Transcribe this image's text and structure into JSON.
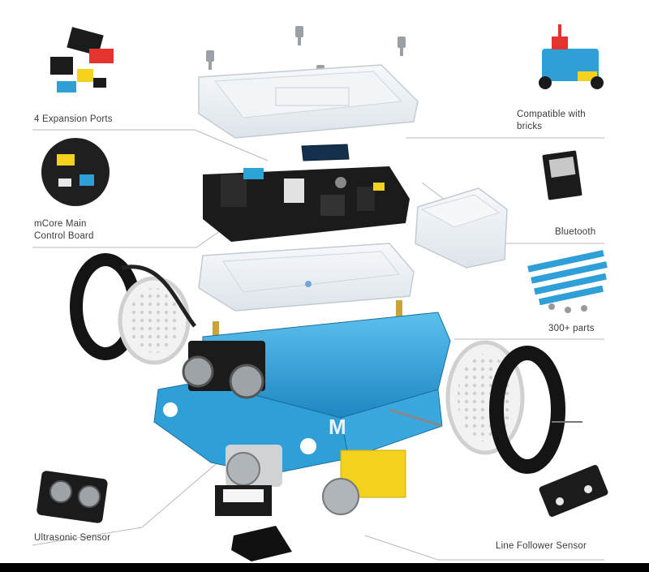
{
  "labels": {
    "expansion_ports": "4 Expansion Ports",
    "mcore_line1": "mCore Main",
    "mcore_line2": "Control Board",
    "compatible_line1": "Compatible with",
    "compatible_line2": "bricks",
    "bluetooth": "Bluetooth",
    "parts": "300+ parts",
    "ultrasonic": "Ultrasonic Sensor",
    "line_follower": "Line Follower Sensor"
  },
  "colors": {
    "chassis_blue": "#2f9fd8",
    "motor_yellow": "#f2d21c",
    "board_black": "#1b1b1b",
    "acrylic": "#e8eef2",
    "tire_black": "#141414",
    "brass": "#c9a23a"
  },
  "icons": [
    "expansion-modules-icon",
    "mcore-board-icon",
    "bricks-robot-icon",
    "bluetooth-module-icon",
    "parts-pile-icon",
    "ultrasonic-sensor-icon",
    "line-follower-icon"
  ]
}
